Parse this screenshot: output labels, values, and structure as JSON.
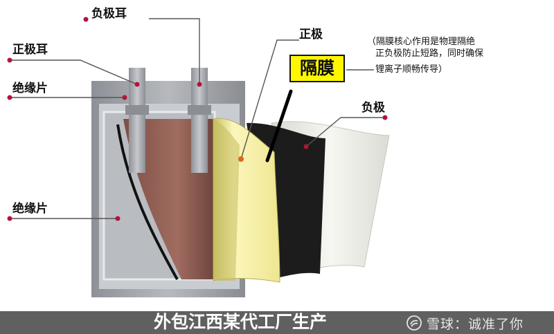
{
  "labels": {
    "negative_tab": "负极耳",
    "positive_tab": "正极耳",
    "insulation_top": "绝缘片",
    "insulation_bottom": "绝缘片",
    "positive": "正极",
    "separator": "隔膜",
    "negative": "负极"
  },
  "note_lines": [
    "（隔膜核心作用是物理隔绝",
    "正负极防止短路，同时确保",
    "锂离子顺畅传导）"
  ],
  "caption": "外包江西某代工厂生产",
  "watermark": {
    "logo": "snowball-logo",
    "text": "雪球：诚准了你"
  },
  "colors": {
    "highlight": "#fff700",
    "marker_dot": "#b0153a",
    "positive_marker": "#e0661c",
    "caption_bar": "#606060",
    "casing": "#9ea1a6",
    "positive_electrode": "#8f5f54",
    "separator": "#f4eda0",
    "negative_electrode": "#1c1c1c",
    "outer_film": "#eeeee8"
  }
}
